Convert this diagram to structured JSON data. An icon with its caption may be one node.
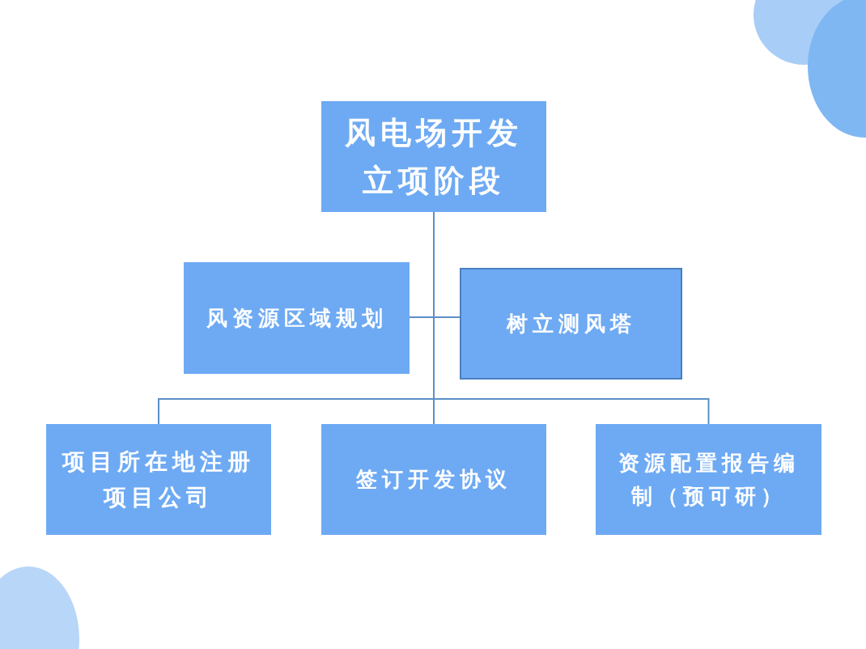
{
  "diagram": {
    "nodes": [
      {
        "text": [
          "风电场开发立项阶段"
        ]
      },
      {
        "text": [
          "风资源区域规划"
        ]
      },
      {
        "text": [
          "树立测风塔"
        ]
      },
      {
        "text": [
          "项目所在地注册项目公司"
        ]
      },
      {
        "text": [
          "签订开发协议"
        ]
      },
      {
        "text": [
          "资源配置报告编制（预可研）"
        ]
      }
    ],
    "edges": [
      {
        "from": 0,
        "to": 1,
        "arrow": "none"
      },
      {
        "from": 0,
        "to": 2,
        "arrow": "none"
      },
      {
        "from": 0,
        "to": 3,
        "arrow": "none"
      },
      {
        "from": 0,
        "to": 4,
        "arrow": "none"
      },
      {
        "from": 0,
        "to": 5,
        "arrow": "none"
      }
    ]
  }
}
